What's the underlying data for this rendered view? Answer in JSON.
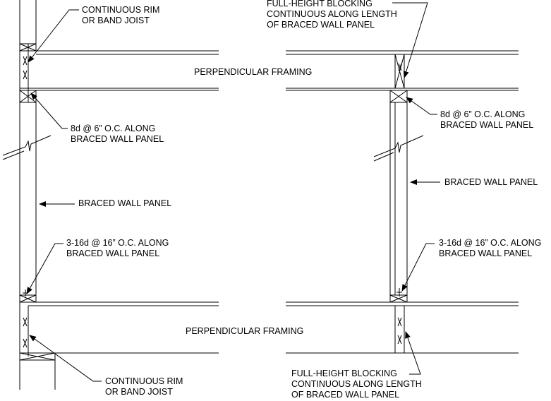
{
  "left_detail": {
    "rim_top": [
      "CONTINUOUS RIM",
      "OR BAND JOIST"
    ],
    "framing_top": "PERPENDICULAR FRAMING",
    "nailing_top": [
      "8d @ 6” O.C. ALONG",
      "BRACED WALL PANEL"
    ],
    "panel": "BRACED WALL PANEL",
    "nailing_bottom": [
      "3-16d @ 16” O.C. ALONG",
      "BRACED WALL PANEL"
    ],
    "framing_bottom": "PERPENDICULAR FRAMING",
    "rim_bottom": [
      "CONTINUOUS RIM",
      "OR BAND JOIST"
    ]
  },
  "right_detail": {
    "blocking_top": [
      "FULL-HEIGHT BLOCKING",
      "CONTINUOUS ALONG LENGTH",
      "OF BRACED WALL PANEL"
    ],
    "nailing_top": [
      "8d @ 6” O.C. ALONG",
      "BRACED WALL PANEL"
    ],
    "panel": "BRACED WALL PANEL",
    "nailing_bottom": [
      "3-16d @ 16” O.C. ALONG",
      "BRACED WALL PANEL"
    ],
    "blocking_bottom": [
      "FULL-HEIGHT BLOCKING",
      "CONTINUOUS ALONG LENGTH",
      "OF BRACED WALL PANEL"
    ]
  }
}
